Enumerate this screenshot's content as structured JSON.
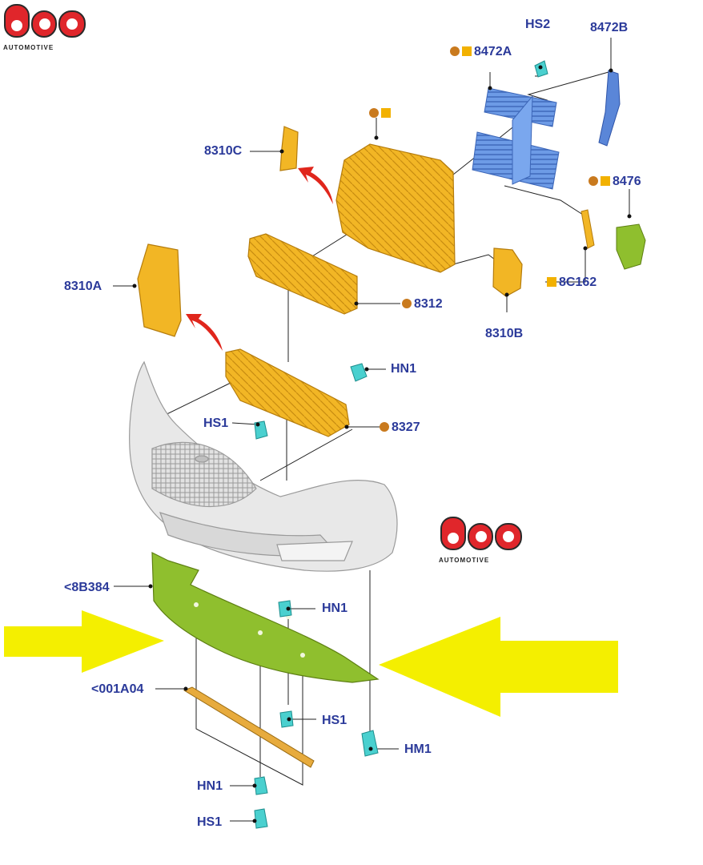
{
  "brand": {
    "name": "bcp",
    "tagline": "AUTOMOTIVE",
    "colors": {
      "red": "#e0262b",
      "dark": "#2a2a2a"
    }
  },
  "colors": {
    "label": "#2b3a9a",
    "part_yellow": "#f2b625",
    "part_blue": "#5a86d8",
    "part_green": "#8fbf2e",
    "clip_cyan": "#4ad0cf",
    "circle_symbol": "#c97a1e",
    "square_symbol": "#f2b100",
    "arrow_red": "#e0261c",
    "arrow_yellow": "#f4ef00",
    "bumper": "#e6e6e6"
  },
  "labels": {
    "hs2": "HS2",
    "p8472b": "8472B",
    "p8472a": "8472A",
    "p8310c": "8310C",
    "p8476": "8476",
    "p8310a": "8310A",
    "p8c162": "8C162",
    "p8312": "8312",
    "p8310b": "8310B",
    "hn1_top": "HN1",
    "hs1_top": "HS1",
    "p8327": "8327",
    "p8b384": "<8B384",
    "hn1_mid": "HN1",
    "p001a04": "<001A04",
    "hs1_mid": "HS1",
    "hm1": "HM1",
    "hn1_bot": "HN1",
    "hs1_bot": "HS1"
  }
}
